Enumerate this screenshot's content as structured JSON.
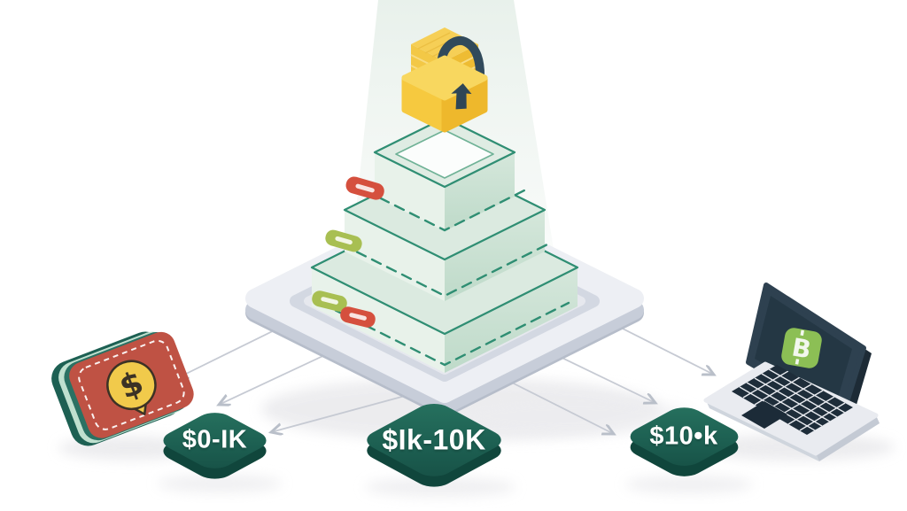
{
  "illustration": {
    "range_plates": [
      {
        "label": "$0-IK"
      },
      {
        "label": "$Ik-10K"
      },
      {
        "label": "$10•k"
      }
    ],
    "wallet": {
      "coin_symbol": "$"
    },
    "laptop": {
      "icon_symbol": "B"
    },
    "tier_tags": [
      {
        "color": "#d5503e"
      },
      {
        "color": "#a8bf52"
      },
      {
        "color": "#a8bf52"
      },
      {
        "color": "#d5503e"
      }
    ],
    "colors": {
      "tier_top": "#dbeae0",
      "tier_left": "#e8f2ea",
      "tier_right": "#cfe3d6",
      "tier_edge_teal": "#2f8e73",
      "plate_teal": "#1d6052",
      "tag_red": "#d5503e",
      "tag_green": "#a8bf52",
      "lock_gold": "#f6c93f",
      "lock_shackle": "#314a5b",
      "wallet_red": "#bf5244",
      "wallet_teal": "#1d6053",
      "wallet_mint": "#bfe0cf",
      "coin_yellow": "#f1ca4b",
      "laptop_screen": "#2e4150",
      "laptop_icon_green": "#8cbf55",
      "arrow_gray": "#c6cad3",
      "beam_mint": "#e7f0ea"
    }
  }
}
